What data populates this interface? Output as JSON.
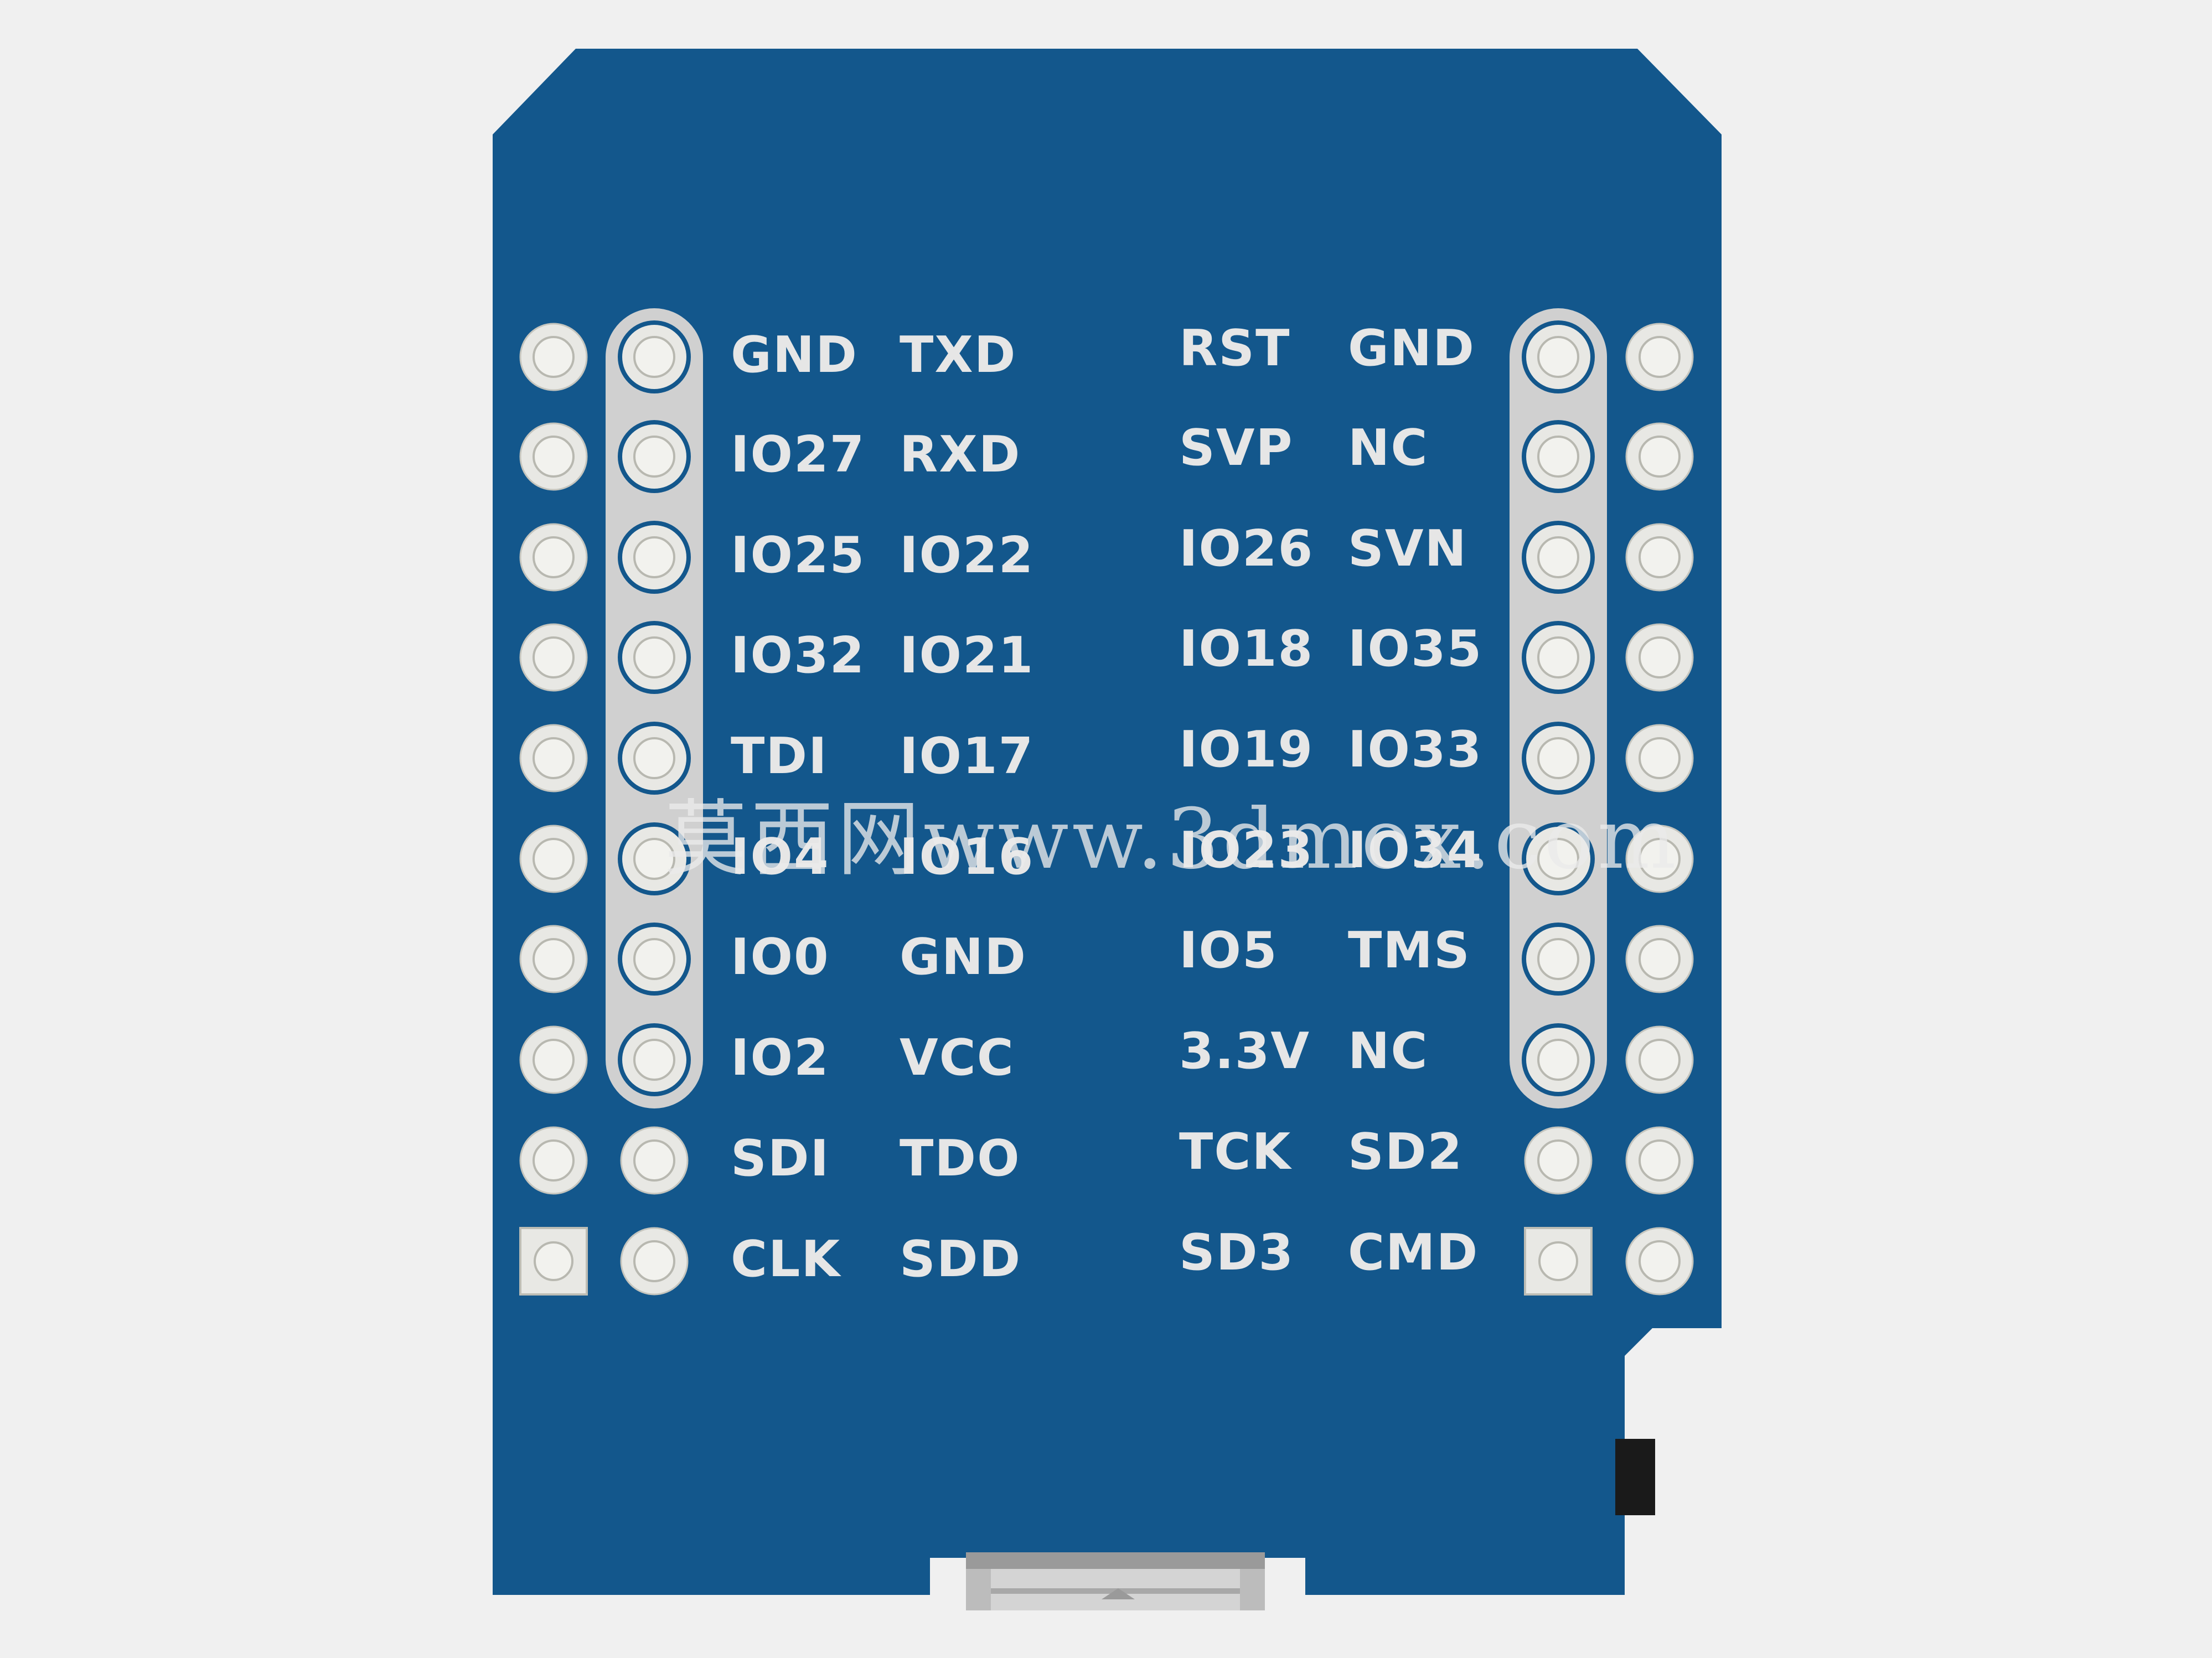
{
  "colors": {
    "background": "#f0f0f0",
    "pcb": "#13578c",
    "silkscreen": "#e6e6e6",
    "pad": "#e8e8e4",
    "header_strip": "#d0d0d0",
    "usb_metal": "#c4c4c4",
    "button": "#1a1a1a"
  },
  "left_labels": [
    [
      "GND",
      "TXD"
    ],
    [
      "IO27",
      "RXD"
    ],
    [
      "IO25",
      "IO22"
    ],
    [
      "IO32",
      "IO21"
    ],
    [
      "TDI",
      "IO17"
    ],
    [
      "IO4",
      "IO16"
    ],
    [
      "IO0",
      "GND"
    ],
    [
      "IO2",
      "VCC"
    ],
    [
      "SDI",
      "TDO"
    ],
    [
      "CLK",
      "SDD"
    ]
  ],
  "right_labels": [
    [
      "RST",
      "GND"
    ],
    [
      "SVP",
      "NC"
    ],
    [
      "IO26",
      "SVN"
    ],
    [
      "IO18",
      "IO35"
    ],
    [
      "IO19",
      "IO33"
    ],
    [
      "IO23",
      "IO34"
    ],
    [
      "IO5",
      "TMS"
    ],
    [
      "3.3V",
      "NC"
    ],
    [
      "TCK",
      "SD2"
    ],
    [
      "SD3",
      "CMD"
    ]
  ],
  "watermark": "莫西网www.3dmox.com",
  "icons": [
    "pcb-board",
    "pin-header-strip",
    "through-hole-pad",
    "square-pad",
    "micro-usb-connector",
    "side-button"
  ]
}
